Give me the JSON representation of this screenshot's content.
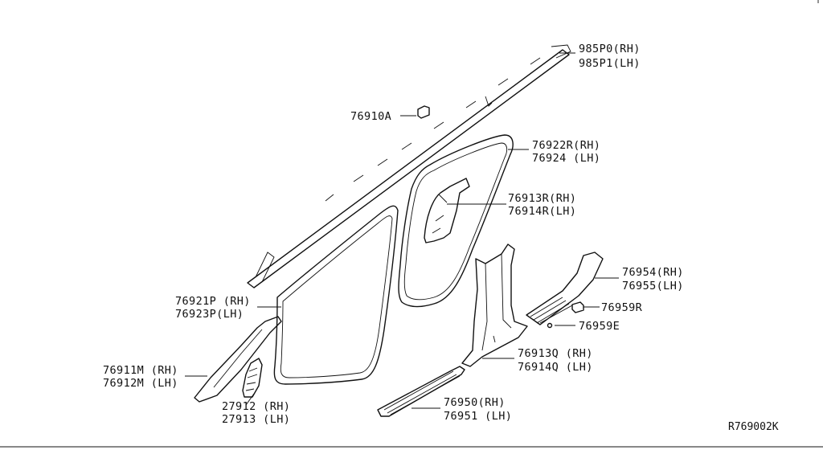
{
  "callouts": [
    {
      "id": "985p0",
      "lines": [
        "985P0(RH)",
        "985P1(LH)"
      ]
    },
    {
      "id": "76910a",
      "lines": [
        "76910A"
      ]
    },
    {
      "id": "76922r",
      "lines": [
        "76922R(RH)",
        "76924 (LH)"
      ]
    },
    {
      "id": "76913r",
      "lines": [
        "76913R(RH)",
        "76914R(LH)"
      ]
    },
    {
      "id": "76954",
      "lines": [
        "76954(RH)",
        "76955(LH)"
      ]
    },
    {
      "id": "76959r",
      "lines": [
        "76959R"
      ]
    },
    {
      "id": "76959e",
      "lines": [
        "76959E"
      ]
    },
    {
      "id": "76921p",
      "lines": [
        "76921P (RH)",
        "76923P(LH)"
      ]
    },
    {
      "id": "76913q",
      "lines": [
        "76913Q (RH)",
        "76914Q (LH)"
      ]
    },
    {
      "id": "76911m",
      "lines": [
        "76911M (RH)",
        "76912M (LH)"
      ]
    },
    {
      "id": "27912",
      "lines": [
        "27912 (RH)",
        "27913 (LH)"
      ]
    },
    {
      "id": "76950",
      "lines": [
        "76950(RH)",
        "76951 (LH)"
      ]
    }
  ],
  "reference_code": "R769002K"
}
